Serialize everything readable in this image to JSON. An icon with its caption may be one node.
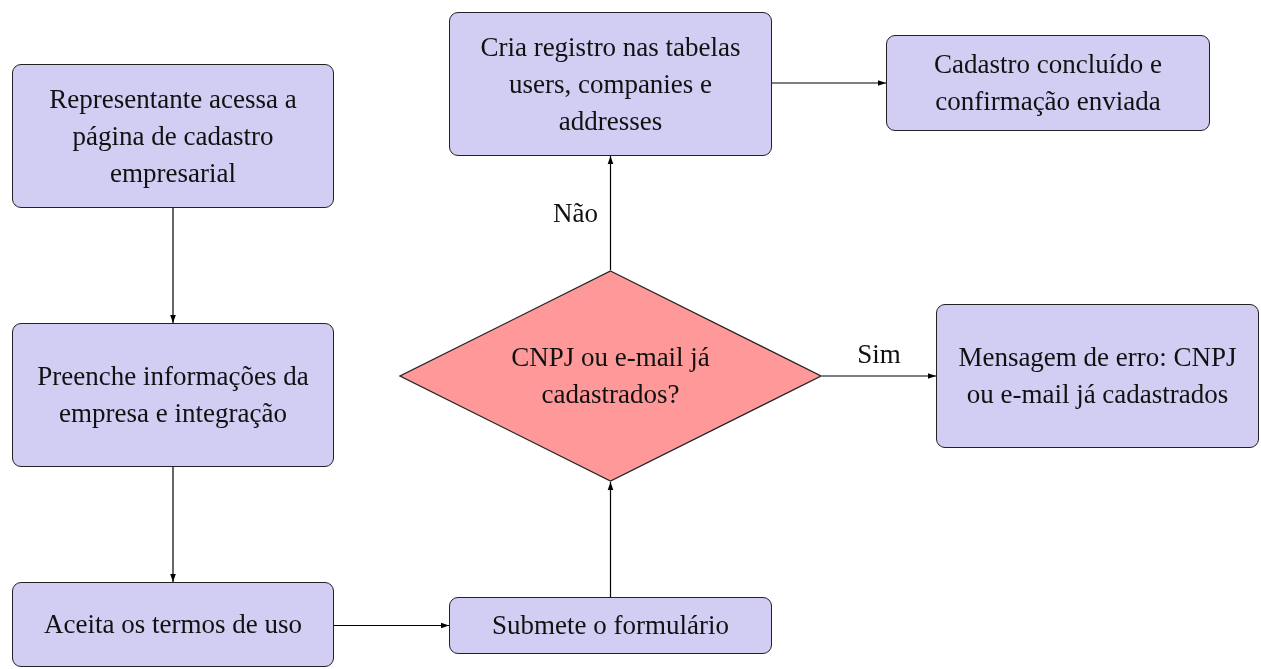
{
  "diagram": {
    "nodes": [
      {
        "text": [
          "Representante acessa a página de cadastro empresarial"
        ]
      },
      {
        "text": [
          "Preenche informações da empresa e integração"
        ]
      },
      {
        "text": [
          "Aceita os termos de uso"
        ]
      },
      {
        "text": [
          "Submete o formulário"
        ]
      },
      {
        "text": [
          "CNPJ ou e-mail já cadastrados?"
        ]
      },
      {
        "text": [
          "Cria registro nas tabelas users, companies e addresses"
        ]
      },
      {
        "text": [
          "Cadastro concluído e confirmação enviada"
        ]
      },
      {
        "text": [
          "Mensagem de erro: CNPJ ou e-mail já cadastrados"
        ]
      }
    ],
    "edges": [
      {
        "from": 0,
        "to": 1,
        "arrow": "to"
      },
      {
        "from": 1,
        "to": 2,
        "arrow": "to"
      },
      {
        "from": 2,
        "to": 3,
        "arrow": "to"
      },
      {
        "from": 3,
        "to": 4,
        "arrow": "to"
      },
      {
        "from": 4,
        "to": 5,
        "arrow": "to",
        "label": "Não"
      },
      {
        "from": 5,
        "to": 6,
        "arrow": "to"
      },
      {
        "from": 4,
        "to": 7,
        "arrow": "to",
        "label": "Sim"
      }
    ]
  }
}
